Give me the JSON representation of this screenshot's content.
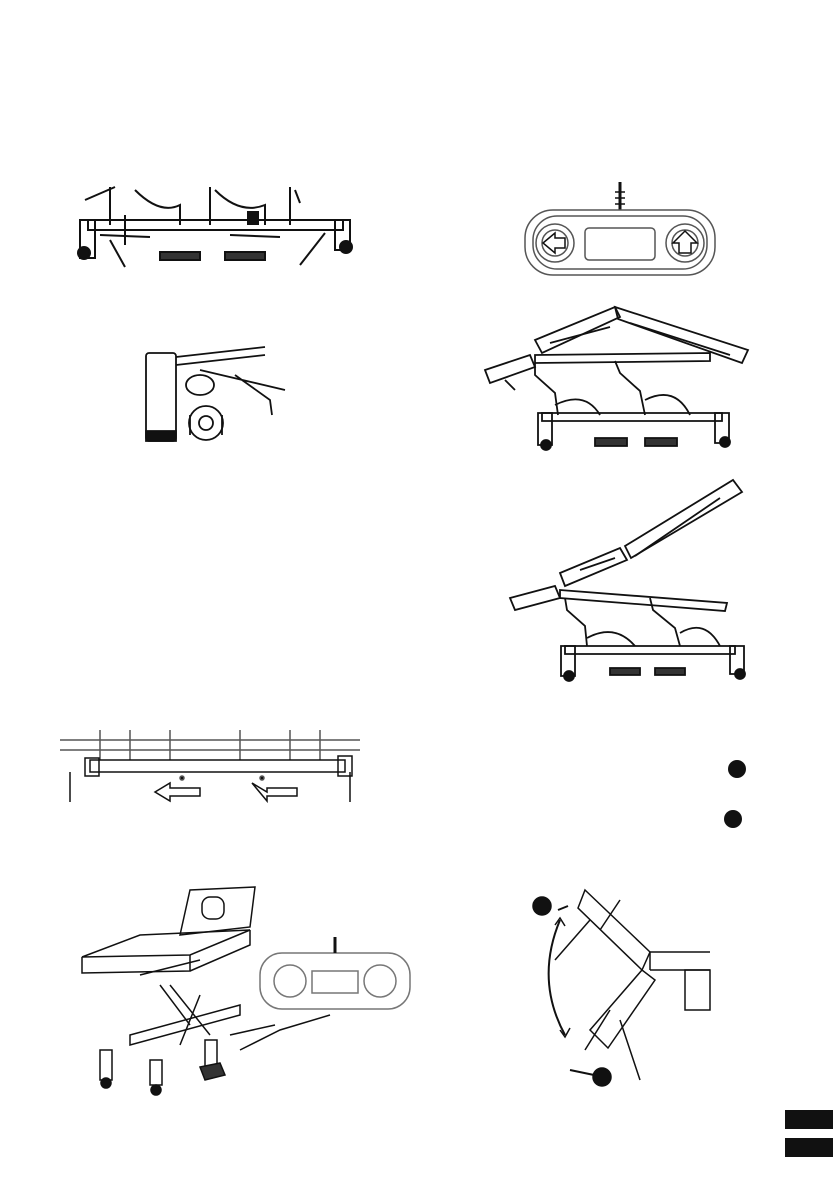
{
  "page": {
    "figures": [
      {
        "id": "frame-base-front",
        "icon": "frame-base-icon"
      },
      {
        "id": "hand-controller-top",
        "icon": "hand-controller-icon"
      },
      {
        "id": "castor-wheel-detail",
        "icon": "castor-wheel-icon"
      },
      {
        "id": "table-backrest-raised",
        "icon": "table-side-icon"
      },
      {
        "id": "table-tilted",
        "icon": "table-tilt-icon"
      },
      {
        "id": "frame-bar-pedal",
        "icon": "frame-bar-icon"
      },
      {
        "id": "table-perspective-controller",
        "icon": "table-perspective-icon"
      },
      {
        "id": "headrest-adjustment",
        "icon": "headrest-rotate-icon"
      }
    ],
    "callout_markers": 4,
    "page_tabs": 2,
    "colors": {
      "ink": "#111111",
      "paper": "#ffffff"
    }
  }
}
